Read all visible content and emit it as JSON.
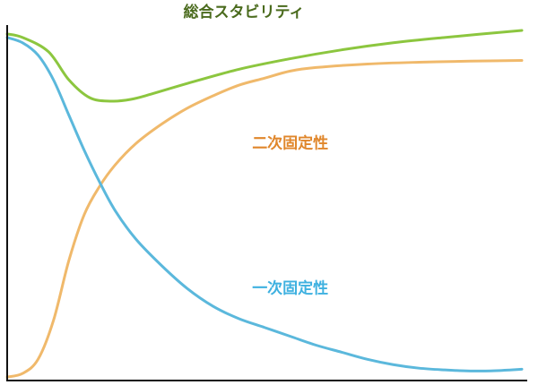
{
  "chart_data": {
    "type": "line",
    "title": "",
    "xlabel": "",
    "ylabel": "",
    "grid": false,
    "axes": "left and bottom lines only, no ticks",
    "xlim": [
      0,
      100
    ],
    "ylim": [
      0,
      100
    ],
    "series": [
      {
        "name": "総合スタビリティ",
        "color": "#8cc63f",
        "x": [
          0,
          3,
          8,
          12,
          16,
          20,
          24,
          28,
          35,
          45,
          55,
          65,
          75,
          85,
          100
        ],
        "y": [
          98,
          97,
          93,
          85,
          80,
          79,
          79.5,
          81,
          84,
          88,
          91,
          93.5,
          95.5,
          97,
          99
        ]
      },
      {
        "name": "二次固定性",
        "color": "#f0b96b",
        "x": [
          0,
          3,
          6,
          9,
          12,
          15,
          18,
          21,
          25,
          30,
          35,
          40,
          45,
          50,
          55,
          60,
          70,
          80,
          90,
          100
        ],
        "y": [
          1,
          2,
          6,
          17,
          34,
          47,
          55,
          61,
          67,
          72.5,
          77,
          80.5,
          83.5,
          85.5,
          87.5,
          88.5,
          89.5,
          90,
          90.3,
          90.5
        ]
      },
      {
        "name": "一次固定性",
        "color": "#5bb8dc",
        "x": [
          0,
          3,
          6,
          9,
          12,
          15,
          18,
          21,
          25,
          30,
          35,
          40,
          45,
          50,
          55,
          60,
          65,
          70,
          75,
          80,
          85,
          90,
          95,
          100
        ],
        "y": [
          97,
          95.5,
          92,
          85,
          75,
          65,
          56,
          48,
          40,
          32.5,
          26,
          21,
          17.5,
          15,
          12.5,
          10,
          8,
          6,
          4.5,
          3.5,
          3,
          2.7,
          2.8,
          3.2
        ]
      }
    ],
    "annotations": [
      {
        "text": "総合スタビリティ",
        "series": 0,
        "x": 46,
        "y": 104,
        "color": "#4a6b1d"
      },
      {
        "text": "二次固定性",
        "series": 1,
        "x": 55,
        "y": 67,
        "color": "#e0872c"
      },
      {
        "text": "一次固定性",
        "series": 2,
        "x": 55,
        "y": 26,
        "color": "#3fb1e0"
      }
    ],
    "axis_color": "#111111"
  }
}
